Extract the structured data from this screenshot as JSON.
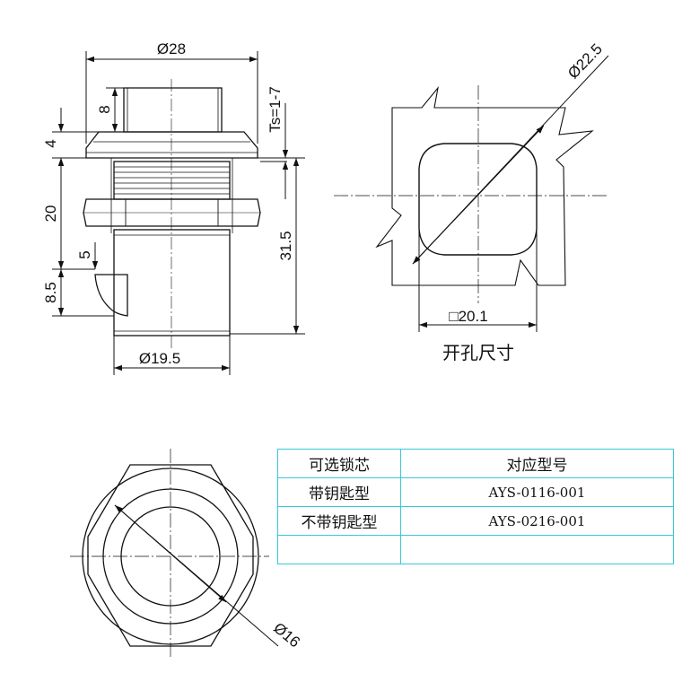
{
  "side_view": {
    "dim_flange_dia": "Ø28",
    "dim_top_height": "8",
    "dim_panel_thickness": "Ts=1-7",
    "dim_flange_thickness": "4",
    "dim_thread_length": "20",
    "dim_total_length": "31.5",
    "dim_cam_offset": "5",
    "dim_cam_height": "8.5",
    "dim_body_dia": "Ø19.5"
  },
  "cutout_view": {
    "dim_diagonal": "Ø22.5",
    "dim_square": "□20.1",
    "caption": "开孔尺寸"
  },
  "front_view": {
    "dim_face_dia": "Ø16"
  },
  "spec_table": {
    "headers": [
      "可选锁芯",
      "对应型号"
    ],
    "rows": [
      [
        "带钥匙型",
        "AYS-0116-001"
      ],
      [
        "不带钥匙型",
        "AYS-0216-001"
      ],
      [
        "",
        ""
      ]
    ]
  },
  "colors": {
    "line": "#111111",
    "table_border": "#36c8d8"
  }
}
